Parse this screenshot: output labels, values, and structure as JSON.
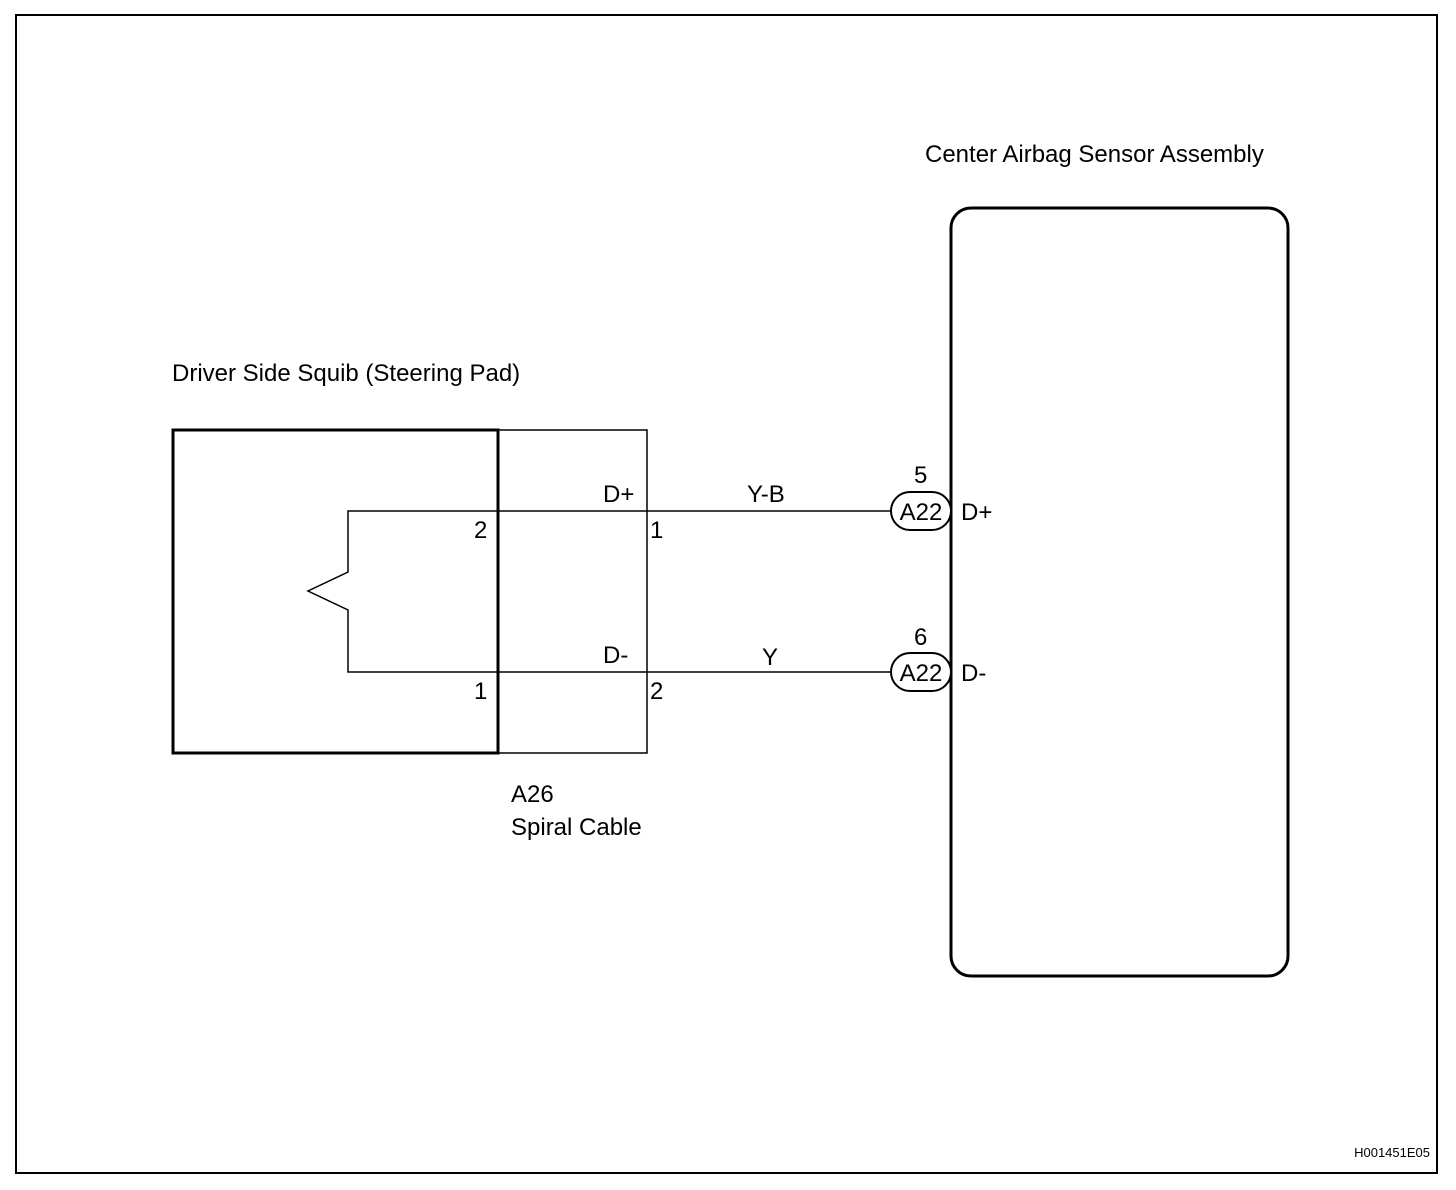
{
  "components": {
    "ecu": {
      "title": "Center Airbag Sensor Assembly"
    },
    "squib": {
      "title": "Driver Side Squib (Steering Pad)"
    },
    "spiral": {
      "code": "A26",
      "name": "Spiral Cable"
    }
  },
  "circuits": [
    {
      "squib_pin": "2",
      "spiral_label": "D+",
      "spiral_pin": "1",
      "wire_color": "Y-B",
      "connector": "A22",
      "ecu_pin": "5",
      "ecu_terminal": "D+"
    },
    {
      "squib_pin": "1",
      "spiral_label": "D-",
      "spiral_pin": "2",
      "wire_color": "Y",
      "connector": "A22",
      "ecu_pin": "6",
      "ecu_terminal": "D-"
    }
  ],
  "figure_id": "H001451E05"
}
